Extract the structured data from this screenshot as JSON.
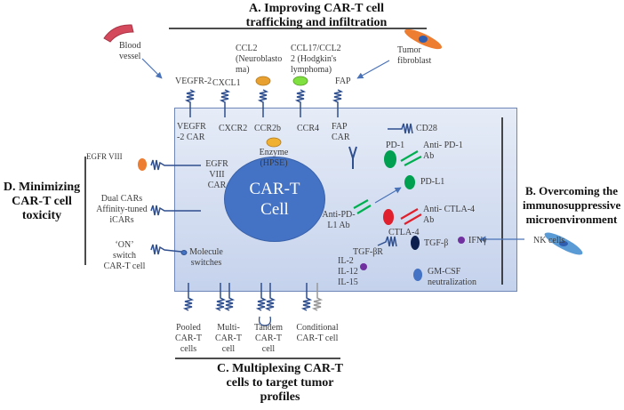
{
  "sections": {
    "a": {
      "line1": "A. Improving CAR-T cell",
      "line2": "trafficking and infiltration"
    },
    "b": {
      "line1": "B. Overcoming the",
      "line2": "immunosuppressive",
      "line3": "microenvironment"
    },
    "c": {
      "line1": "C. Multiplexing CAR-T",
      "line2": "cells to target tumor",
      "line3": "profiles"
    },
    "d": {
      "line1": "D. Minimizing",
      "line2": "CAR-T cell",
      "line3": "toxicity"
    }
  },
  "cell": {
    "line1": "CAR-T",
    "line2": "Cell"
  },
  "trafficking": {
    "blood_vessel": {
      "line1": "Blood",
      "line2": "vessel"
    },
    "tumor_fibroblast": {
      "line1": "Tumor",
      "line2": "fibroblast"
    },
    "ligands": {
      "vegfr2": "VEGFR-2",
      "cxcl1": "CXCL1",
      "ccl2": {
        "line1": "CCL2",
        "line2": "(Neuroblasto",
        "line3": "ma)"
      },
      "ccl17": {
        "line1": "CCL17/CCL2",
        "line2": "2 (Hodgkin's",
        "line3": "lymphoma)"
      },
      "fap": "FAP"
    },
    "receptors": {
      "vegfr2_car": {
        "line1": "VEGFR",
        "line2": "-2 CAR"
      },
      "cxcr2": "CXCR2",
      "ccr2b": "CCR2b",
      "ccr4": "CCR4",
      "fap_car": {
        "line1": "FAP",
        "line2": "CAR"
      }
    },
    "enzyme": {
      "line1": "Enzyme",
      "line2": "(HPSE)"
    }
  },
  "immuno": {
    "cd28": "CD28",
    "pd1": "PD-1",
    "anti_pd1": {
      "line1": "Anti- PD-1",
      "line2": "Ab"
    },
    "pdl1": "PD-L1",
    "anti_pdl1": {
      "line1": "Anti-PD-",
      "line2": "L1 Ab"
    },
    "anti_ctla4": {
      "line1": "Anti- CTLA-4",
      "line2": "Ab"
    },
    "ctla4": "CTLA-4",
    "tgfbr": "TGF-βR",
    "tgfb": "TGF-β",
    "ifng": "IFNγ",
    "nk_cells": "NK cells",
    "interleukins": {
      "line1": "IL-2",
      "line2": "IL-12",
      "line3": "IL-15"
    },
    "gmcsf": {
      "line1": "GM-CSF",
      "line2": "neutralization"
    }
  },
  "toxicity": {
    "egfr_viii": "EGFR VIII",
    "egfr_viii_car": {
      "line1": "EGFR",
      "line2": "VIII",
      "line3": "CAR"
    },
    "dual_cars": {
      "line1": "Dual CARs",
      "line2": "Affinity-tuned",
      "line3": "iCARs"
    },
    "on_switch": {
      "line1": "‘ON’",
      "line2": "switch",
      "line3": "CAR-T cell"
    },
    "molecule_switches": {
      "line1": "Molecule",
      "line2": "switches"
    }
  },
  "multiplexing": {
    "pooled": {
      "line1": "Pooled",
      "line2": "CAR-T",
      "line3": "cells"
    },
    "multi": {
      "line1": "Multi-",
      "line2": "CAR-T",
      "line3": "cell"
    },
    "tandem": {
      "line1": "Tandem",
      "line2": "CAR-T",
      "line3": "cell"
    },
    "conditional": {
      "line1": "Conditional",
      "line2": "CAR-T cell"
    }
  },
  "colors": {
    "cell_fill": "#4472c4",
    "receptor": "#2f4f8f",
    "pd1_green": "#00a050",
    "ctla4_red": "#e0202c",
    "ccl2_orange": "#e8a030",
    "ccl17_green": "#80e040",
    "egfr_orange": "#ed7d31",
    "tgfb_navy": "#0c1f4f",
    "cytokine_purple": "#7030a0"
  }
}
